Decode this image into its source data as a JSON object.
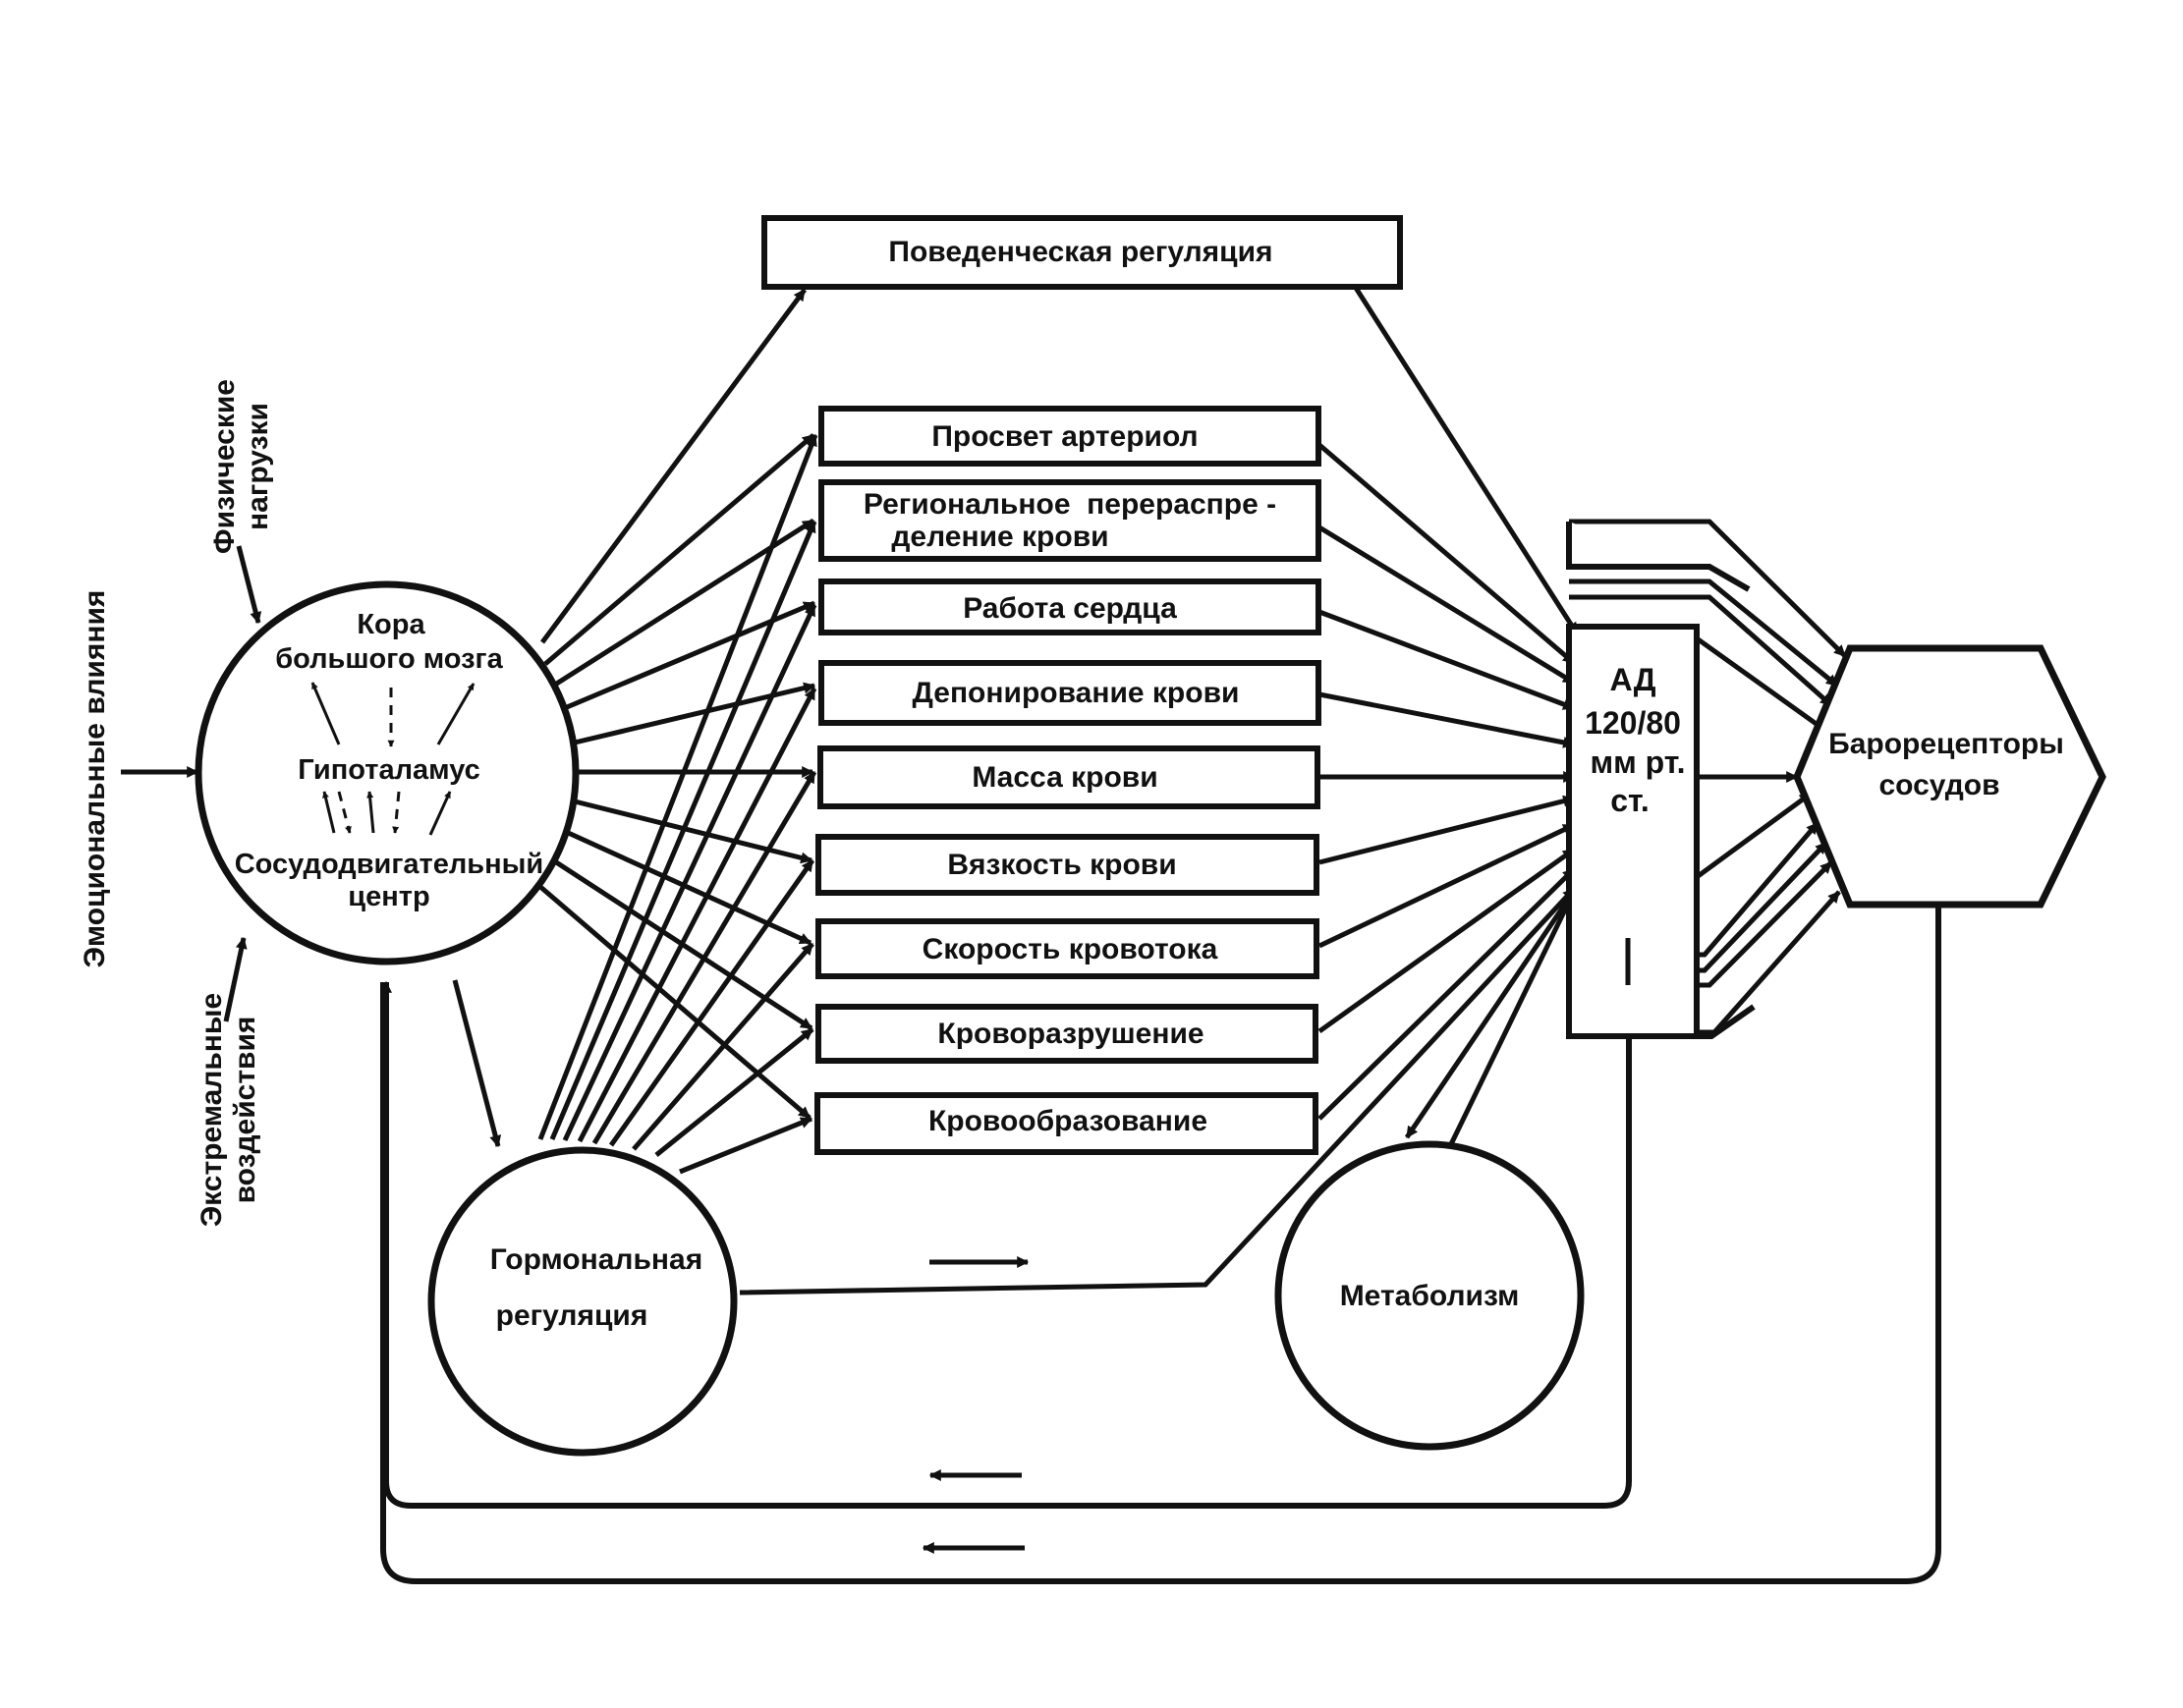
{
  "diagram": {
    "behavioral": "Поведенческая регуляция",
    "factors": [
      {
        "label": "Просвет артериол"
      },
      {
        "label": "Региональное  перераспре -",
        "label2": "деление крови"
      },
      {
        "label": "Работа сердца"
      },
      {
        "label": "Депонирование крови"
      },
      {
        "label": "Масса крови"
      },
      {
        "label": "Вязкость крови"
      },
      {
        "label": "Скорость кровотока"
      },
      {
        "label": "Кроворазрушение"
      },
      {
        "label": "Кровообразование"
      }
    ],
    "brain": {
      "cortex_line1": "Кора",
      "cortex_line2": "большого мозга",
      "hypothalamus": "Гипоталамус",
      "vasomotor_line1": "Сосудодвигательный",
      "vasomotor_line2": "центр"
    },
    "inputs": {
      "physical_line1": "Физические",
      "physical_line2": "нагрузки",
      "emotional": "Эмоциональные влияния",
      "extreme_line1": "Экстремальные",
      "extreme_line2": "воздействия"
    },
    "hormonal_line1": "Гормональная",
    "hormonal_line2": "регуляция",
    "metabolism": "Метаболизм",
    "bp": {
      "line1": "АД",
      "line2": "120/80",
      "line3": "мм рт.",
      "line4": "ст."
    },
    "baroreceptors_line1": "Барорецепторы",
    "baroreceptors_line2": "сосудов"
  }
}
